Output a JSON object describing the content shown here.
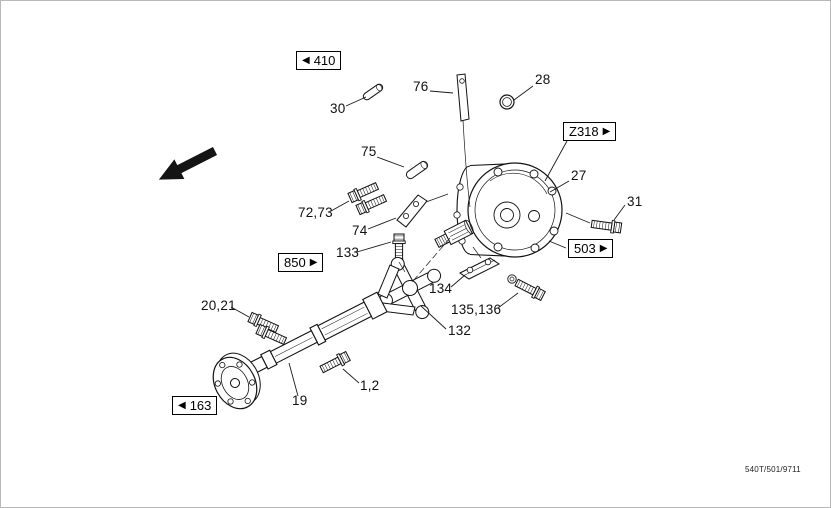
{
  "figure": {
    "drawing_code": "540T/501/9711",
    "boxed_refs": {
      "r410": {
        "label": "410",
        "arrow": "◀"
      },
      "z318": {
        "label": "Z318",
        "arrow": "▶"
      },
      "r503": {
        "label": "503",
        "arrow": "▶"
      },
      "r850": {
        "label": "850",
        "arrow": "▶"
      },
      "r163": {
        "label": "163",
        "arrow": "◀"
      }
    },
    "part_labels": {
      "p30": "30",
      "p76": "76",
      "p28": "28",
      "p75": "75",
      "p27": "27",
      "p72_73": "72,73",
      "p74": "74",
      "p31": "31",
      "p133": "133",
      "p134": "134",
      "p135_136": "135,136",
      "p132": "132",
      "p20_21": "20,21",
      "p1_2": "1,2",
      "p19": "19"
    }
  }
}
